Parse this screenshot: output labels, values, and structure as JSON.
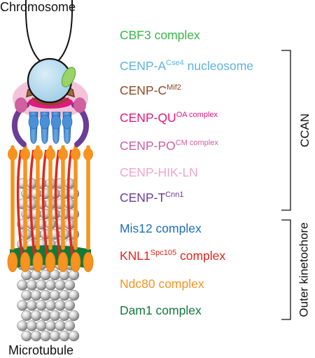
{
  "top_label": "Chromosome",
  "bottom_label": "Microtubule",
  "legend": [
    {
      "key": "cbf3",
      "text": "CBF3 complex",
      "sup": "",
      "rest": "",
      "color": "#3bb44a"
    },
    {
      "key": "cenpa",
      "text": "CENP-A",
      "sup": "Cse4",
      "rest": " nucleosome",
      "color": "#5fb3e0"
    },
    {
      "key": "cenpc",
      "text": "CENP-C",
      "sup": "Mif2",
      "rest": "",
      "color": "#8b4a26"
    },
    {
      "key": "cenpqu",
      "text": "CENP-QU",
      "sup": "OA complex",
      "rest": "",
      "color": "#e0197d"
    },
    {
      "key": "cenppo",
      "text": "CENP-PO",
      "sup": "CM complex",
      "rest": "",
      "color": "#d0609f"
    },
    {
      "key": "cenphik",
      "text": "CENP-HIK-LN",
      "sup": "",
      "rest": "",
      "color": "#f2a6c8"
    },
    {
      "key": "cenpt",
      "text": "CENP-T",
      "sup": "Cnn1",
      "rest": "",
      "color": "#6a3d96"
    },
    {
      "key": "mis12",
      "text": "Mis12 complex",
      "sup": "",
      "rest": "",
      "color": "#1d6fb5"
    },
    {
      "key": "knl1",
      "text": "KNL1",
      "sup": "Spc105",
      "rest": " complex",
      "color": "#e2261c"
    },
    {
      "key": "ndc80",
      "text": "Ndc80 complex",
      "sup": "",
      "rest": "",
      "color": "#f7931e"
    },
    {
      "key": "dam1",
      "text": "Dam1 complex",
      "sup": "",
      "rest": "",
      "color": "#117a3c"
    }
  ],
  "brackets": {
    "ccan": "CCAN",
    "outer": "Outer kinetochore"
  }
}
